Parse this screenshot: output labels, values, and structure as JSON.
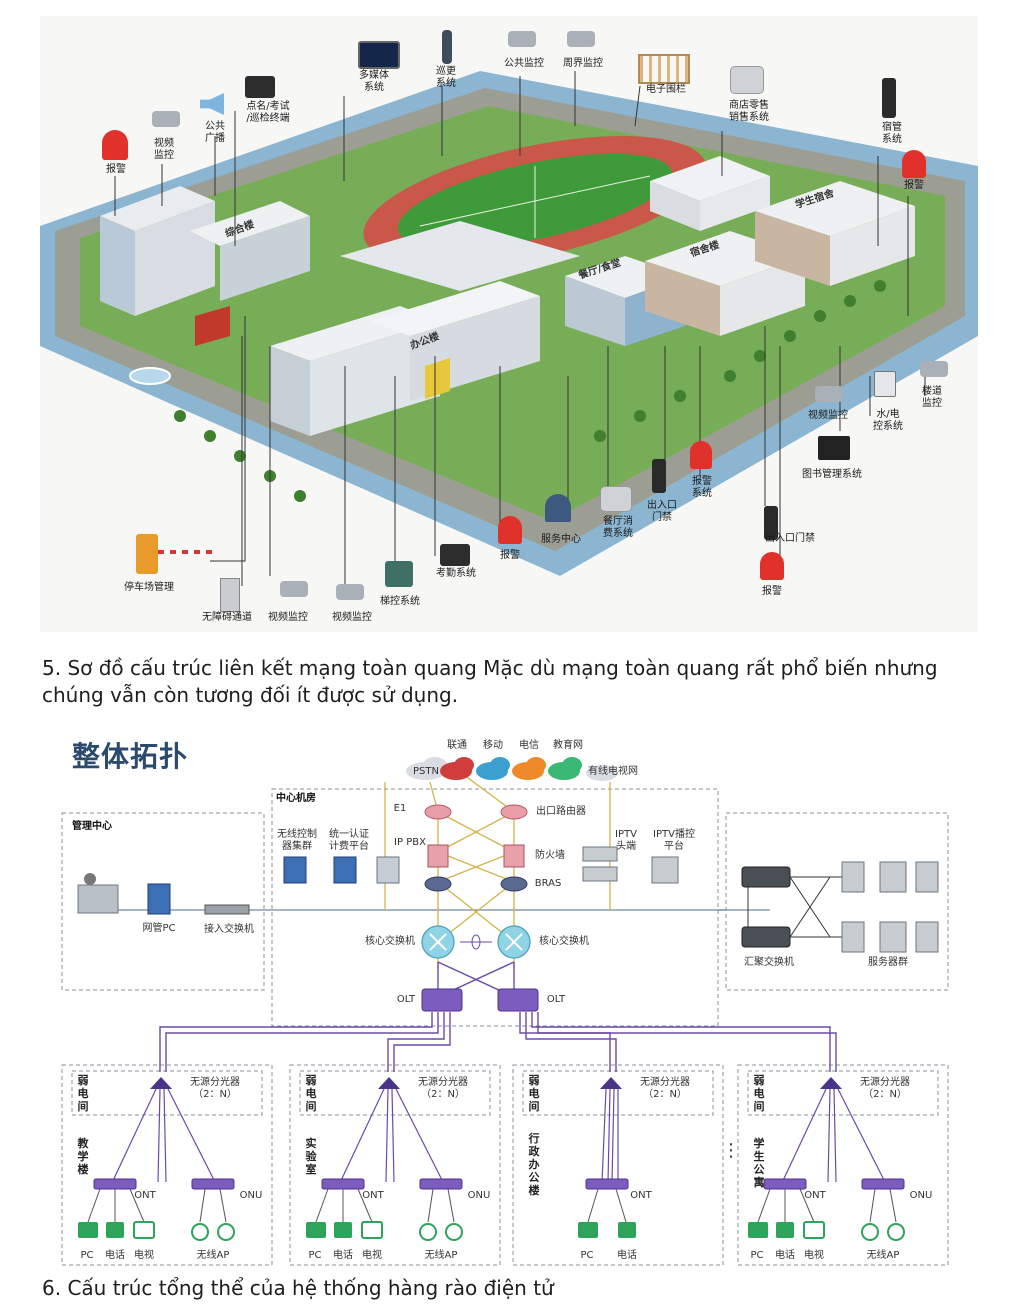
{
  "campus": {
    "buildings": [
      "综合楼",
      "办公楼",
      "餐厅/食堂",
      "宿舍楼",
      "学生宿舍"
    ],
    "labels": {
      "alarm_1": "报警",
      "video_1": "视频\n监控",
      "broadcast": "公共\n广播",
      "attendance_terminal": "点名/考试\n/巡检终端",
      "multimedia": "多媒体\n系统",
      "patrol": "巡更\n系统",
      "public_monitor": "公共监控",
      "perimeter_monitor": "周界监控",
      "e_fence": "电子围栏",
      "retail": "商店零售\n销售系统",
      "dorm_mgmt": "宿管\n系统",
      "alarm_2": "报警",
      "corridor_monitor": "楼道\n监控",
      "video_2": "视频监控",
      "water_power": "水/电\n控系统",
      "library": "图书管理系统",
      "alarm_sys": "报警\n系统",
      "gate_1": "出入口\n门禁",
      "canteen_pay": "餐厅消\n费系统",
      "service_center": "服务中心",
      "alarm_3": "报警",
      "attendance_sys": "考勤系统",
      "elevator": "梯控系统",
      "video_3": "视频监控",
      "video_4": "视频监控",
      "barrier_free": "无障碍通道",
      "parking": "停车场管理",
      "gate_2": "出入口门禁",
      "alarm_4": "报警"
    }
  },
  "captions": {
    "c5": "5. Sơ đồ cấu trúc liên kết mạng toàn quang Mặc dù mạng toàn quang rất phổ biến nhưng chúng vẫn còn tương đối ít được sử dụng.",
    "c6": "6. Cấu trúc tổng thể của hệ thống hàng rào điện tử"
  },
  "topology": {
    "title": "整体拓扑",
    "isps": [
      "联通",
      "移动",
      "电信",
      "教育网"
    ],
    "pstn": "PSTN",
    "cable_tv": "有线电视网",
    "center_room": "中心机房",
    "mgmt_center": "管理中心",
    "e1": "E1",
    "wireless_ctrl": "无线控制\n器集群",
    "auth_billing": "统一认证\n计费平台",
    "ip_pbx": "IP PBX",
    "exit_router": "出口路由器",
    "firewall": "防火墙",
    "bras": "BRAS",
    "iptv_head": "IPTV\n头端",
    "iptv_platform": "IPTV播控\n平台",
    "core_switch_l": "核心交换机",
    "core_switch_r": "核心交换机",
    "olt_l": "OLT",
    "olt_r": "OLT",
    "mgmt_pc": "网管PC",
    "access_switch": "接入交换机",
    "agg_switch": "汇聚交换机",
    "server_group": "服务器群",
    "dots": "⋮",
    "zones": [
      {
        "room": "弱电间",
        "splitter": "无源分光器\n（2：N）",
        "building": "教学楼",
        "ont": "ONT",
        "onu": "ONU",
        "terminals": [
          "PC",
          "电话",
          "电视"
        ],
        "ap": "无线AP"
      },
      {
        "room": "弱电间",
        "splitter": "无源分光器\n（2：N）",
        "building": "实验室",
        "ont": "ONT",
        "onu": "ONU",
        "terminals": [
          "PC",
          "电话",
          "电视"
        ],
        "ap": "无线AP"
      },
      {
        "room": "弱电间",
        "splitter": "无源分光器\n（2：N）",
        "building": "行政办公楼",
        "ont": "ONT",
        "onu": "",
        "terminals": [
          "PC",
          "电话"
        ],
        "ap": ""
      },
      {
        "room": "弱电间",
        "splitter": "无源分光器\n（2：N）",
        "building": "学生公寓",
        "ont": "ONT",
        "onu": "ONU",
        "terminals": [
          "PC",
          "电话",
          "电视"
        ],
        "ap": "无线AP"
      }
    ]
  },
  "colors": {
    "grass": "#6aa84f",
    "water": "#7fa7c4",
    "track": "#c9584a",
    "alarm": "#e0322b",
    "olt_purple": "#6b4aa8",
    "switch_cyan": "#8fd3e6",
    "title_blue": "#2c4a6b",
    "gold": "#d4b24c"
  }
}
